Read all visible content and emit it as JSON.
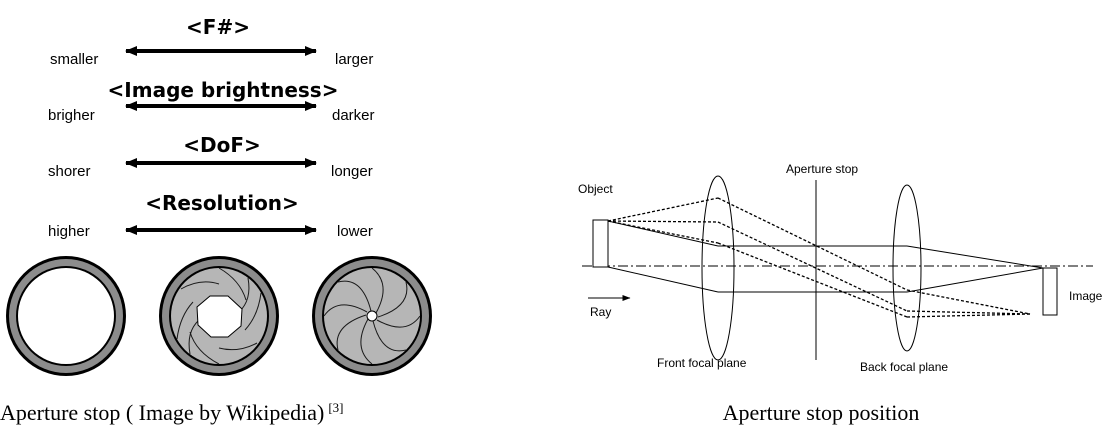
{
  "left_panel": {
    "scales": [
      {
        "title": "<F#>",
        "left": "smaller",
        "right": "larger"
      },
      {
        "title": "<Image brightness>",
        "left": "brigher",
        "right": "darker"
      },
      {
        "title": "<DoF>",
        "left": "shorer",
        "right": "longer"
      },
      {
        "title": "<Resolution>",
        "left": "higher",
        "right": "lower"
      }
    ],
    "apertures": [
      {
        "state": "fully open"
      },
      {
        "state": "half closed"
      },
      {
        "state": "nearly closed"
      }
    ],
    "caption": "Aperture stop ( Image by Wikipedia)",
    "caption_ref": "[3]"
  },
  "right_panel": {
    "labels": {
      "object": "Object",
      "aperture_stop": "Aperture stop",
      "ray": "Ray",
      "image": "Image",
      "front_focal_plane": "Front focal plane",
      "back_focal_plane": "Back focal plane"
    },
    "caption": "Aperture stop position"
  }
}
